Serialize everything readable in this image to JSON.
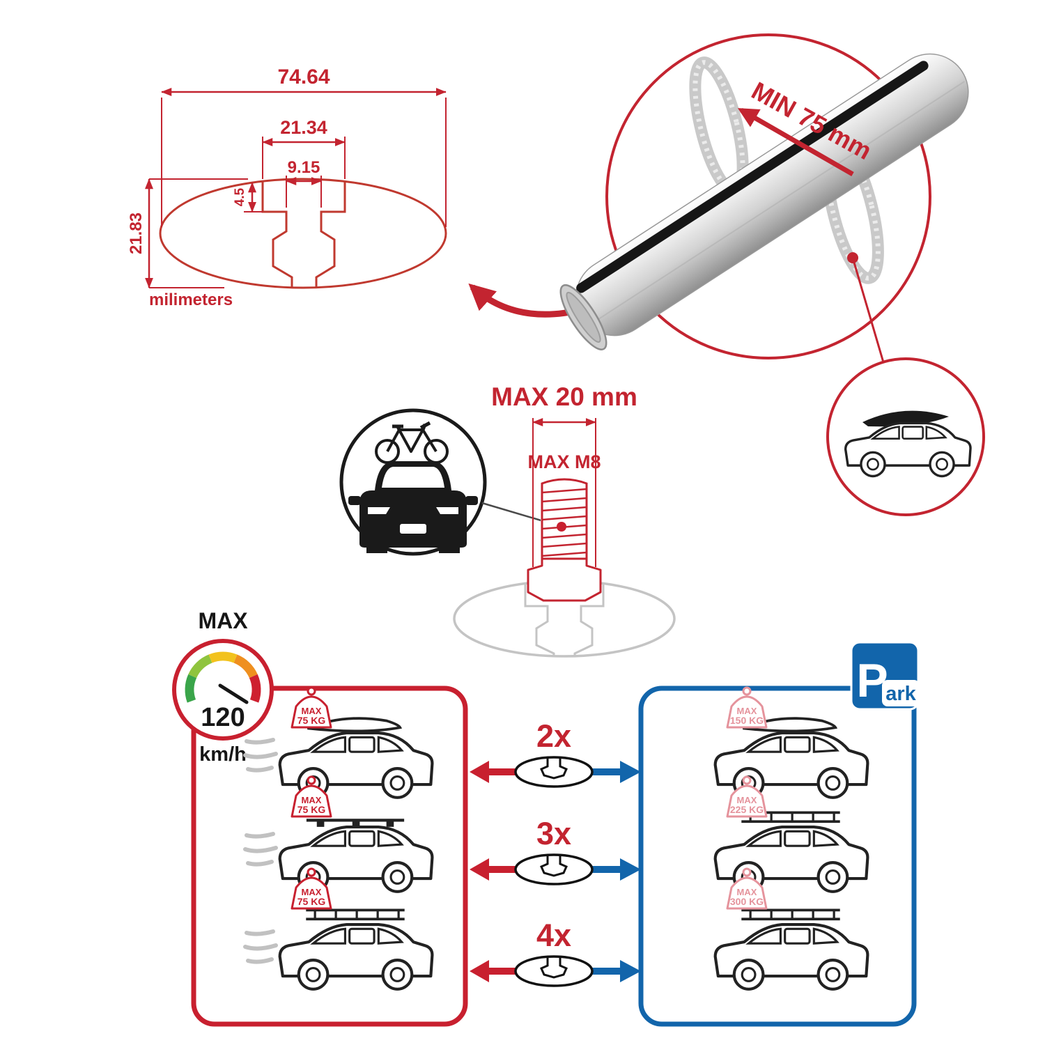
{
  "colors": {
    "diagram_red": "#c32430",
    "accent_red": "#c8202f",
    "accent_blue": "#1265ab",
    "clamp_gray": "#c4c4c4",
    "gauge_green": "#3aa54a",
    "gauge_yellow": "#f2c21d",
    "gauge_orange": "#ef8f1f"
  },
  "dimension_drawing": {
    "total_width": "74.64",
    "channel_width": "21.34",
    "slot_width": "9.15",
    "slot_depth": "4.5",
    "total_height": "21.83",
    "units_label": "milimeters"
  },
  "bar_detail": {
    "min_span_label": "MIN 75 mm"
  },
  "bolt_detail": {
    "max_width_label": "MAX 20 mm",
    "max_thread_label": "MAX M8"
  },
  "speed_limit": {
    "header": "MAX",
    "value": "120",
    "unit": "km/h"
  },
  "park_sign": {
    "p": "P",
    "ark": "ark"
  },
  "driving_cars": [
    {
      "tag_line1": "MAX",
      "tag_line2": "75 KG"
    },
    {
      "tag_line1": "MAX",
      "tag_line2": "75 KG"
    },
    {
      "tag_line1": "MAX",
      "tag_line2": "75 KG"
    }
  ],
  "parked_cars": [
    {
      "tag_line1": "MAX",
      "tag_line2": "150 KG"
    },
    {
      "tag_line1": "MAX",
      "tag_line2": "225 KG"
    },
    {
      "tag_line1": "MAX",
      "tag_line2": "300 KG"
    }
  ],
  "bar_counts": [
    {
      "label": "2x"
    },
    {
      "label": "3x"
    },
    {
      "label": "4x"
    }
  ]
}
